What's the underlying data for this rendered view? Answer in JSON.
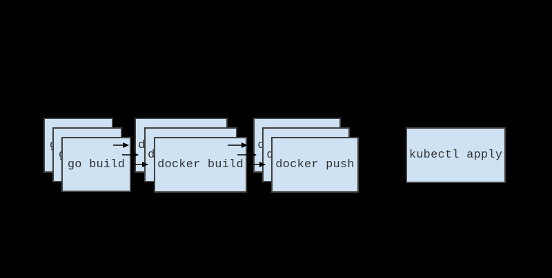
{
  "diagram": {
    "nodes": {
      "go_build": {
        "label": "go build",
        "stacked_copies": 3
      },
      "docker_build": {
        "label": "docker build",
        "stacked_copies": 3
      },
      "docker_push": {
        "label": "docker push",
        "stacked_copies": 3
      },
      "kubectl_apply": {
        "label": "kubectl apply",
        "stacked_copies": 1
      }
    },
    "edges": [
      {
        "from": "go_build",
        "to": "docker_build"
      },
      {
        "from": "docker_build",
        "to": "docker_push"
      },
      {
        "from": "docker_push",
        "to": "kubectl_apply"
      }
    ],
    "colors": {
      "background": "#000000",
      "node_fill": "#cfe2f3",
      "node_border": "#404040",
      "node_text": "#333333",
      "arrow": "#000000"
    }
  }
}
